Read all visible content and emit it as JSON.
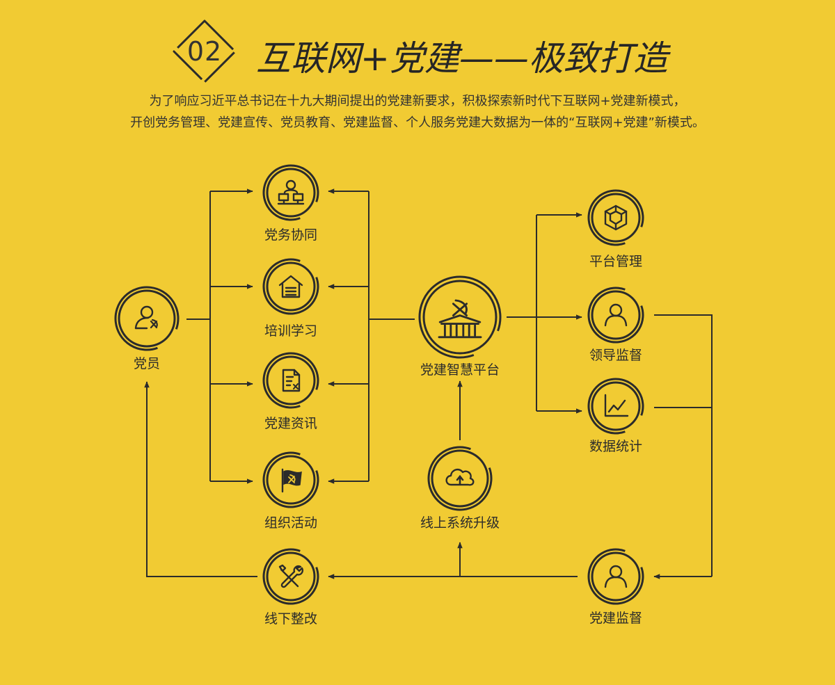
{
  "header": {
    "badge_number": "02",
    "title": "互联网+党建——极致打造",
    "subtitle_lines": [
      "为了响应习近平总书记在十九大期间提出的党建新要求，积极探索新时代下互联网+党建新模式，",
      "开创党务管理、党建宣传、党员教育、党建监督、个人服务党建大数据为一体的“互联网+党建”新模式。"
    ]
  },
  "nodes": {
    "member": {
      "label": "党员",
      "icon": "party-member-icon"
    },
    "party_affairs": {
      "label": "党务协同",
      "icon": "team-collaboration-icon"
    },
    "training": {
      "label": "培训学习",
      "icon": "school-building-icon"
    },
    "news": {
      "label": "党建资讯",
      "icon": "document-icon"
    },
    "activities": {
      "label": "组织活动",
      "icon": "party-flag-icon"
    },
    "platform": {
      "label": "党建智慧平台",
      "icon": "hall-emblem-icon"
    },
    "upgrade": {
      "label": "线上系统升级",
      "icon": "cloud-upload-icon"
    },
    "rectify": {
      "label": "线下整改",
      "icon": "tools-icon"
    },
    "platform_mgmt": {
      "label": "平台管理",
      "icon": "cube-icon"
    },
    "leader_supervision": {
      "label": "领导监督",
      "icon": "person-icon"
    },
    "data_stats": {
      "label": "数据统计",
      "icon": "line-chart-icon"
    },
    "party_supervision": {
      "label": "党建监督",
      "icon": "person-icon"
    }
  },
  "colors": {
    "background": "#f1cb33",
    "stroke": "#2b2b2b"
  }
}
